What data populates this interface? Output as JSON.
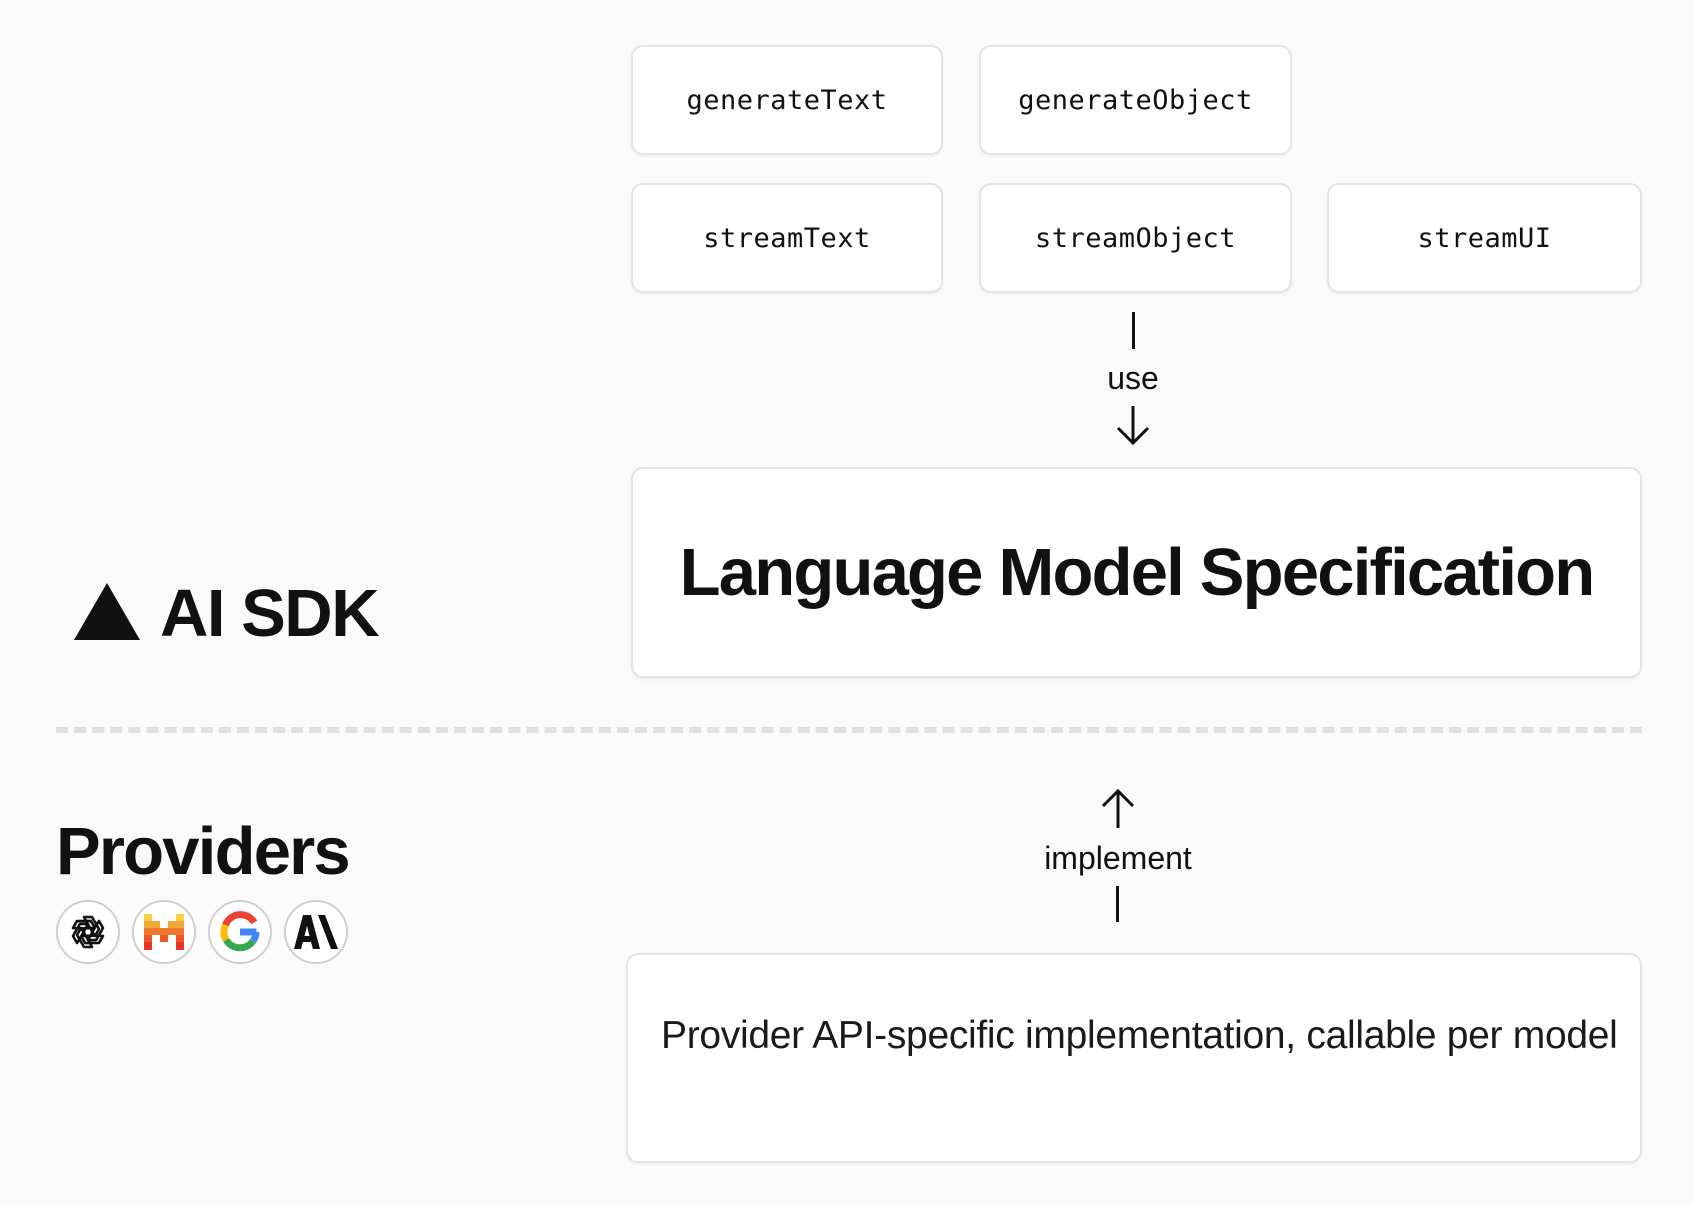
{
  "sdk": {
    "logo_icon": "triangle-icon",
    "name": "AI SDK",
    "functions": [
      {
        "label": "generateText"
      },
      {
        "label": "generateObject"
      },
      {
        "label": "streamText"
      },
      {
        "label": "streamObject"
      },
      {
        "label": "streamUI"
      }
    ],
    "use_label": "use",
    "spec_title": "Language Model Specification"
  },
  "providers": {
    "title": "Providers",
    "icons": [
      "openai-icon",
      "mistral-icon",
      "google-icon",
      "anthropic-icon"
    ],
    "implement_label": "implement",
    "implementation_text": "Provider API-specific implementation, callable per model"
  },
  "colors": {
    "background": "#fafafa",
    "box_border": "#e4e4e4",
    "divider": "#e1e1e1",
    "text": "#111111"
  }
}
